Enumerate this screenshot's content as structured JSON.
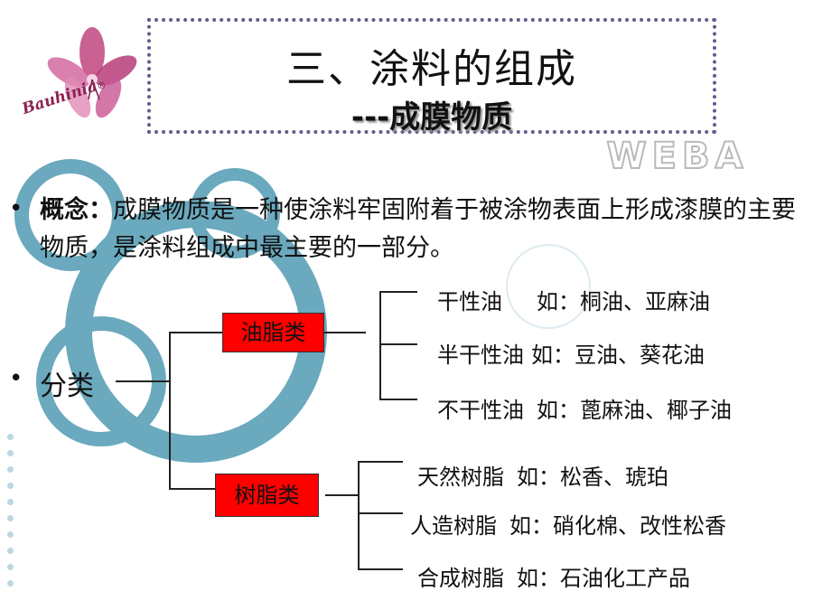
{
  "logo": {
    "brand_text": "Bauhinia",
    "mark": "®"
  },
  "title": {
    "main": "三、涂料的组成",
    "sub": "---成膜物质"
  },
  "watermark": {
    "text": "WEBA"
  },
  "concept": {
    "label": "概念：",
    "text": "成膜物质是一种使涂料牢固附着于被涂物表面上形成漆膜的主要物质，是涂料组成中最主要的一部分。"
  },
  "classification": {
    "label": "分类",
    "bullet": "•",
    "groups": [
      {
        "name": "油脂类",
        "items": [
          {
            "name": "干性油",
            "example": "如：桐油、亚麻油"
          },
          {
            "name": "半干性油",
            "example": "如：豆油、葵花油"
          },
          {
            "name": "不干性油",
            "example": "如：蓖麻油、椰子油"
          }
        ]
      },
      {
        "name": "树脂类",
        "items": [
          {
            "name": "天然树脂",
            "example": "如：松香、琥珀"
          },
          {
            "name": "人造树脂",
            "example": "如：硝化棉、改性松香"
          },
          {
            "name": "合成树脂",
            "example": "如：石油化工产品"
          }
        ]
      }
    ]
  },
  "colors": {
    "accent_red": "#ff0000",
    "ring_blue": "#6aa9be",
    "title_border": "#5f5d8c"
  }
}
